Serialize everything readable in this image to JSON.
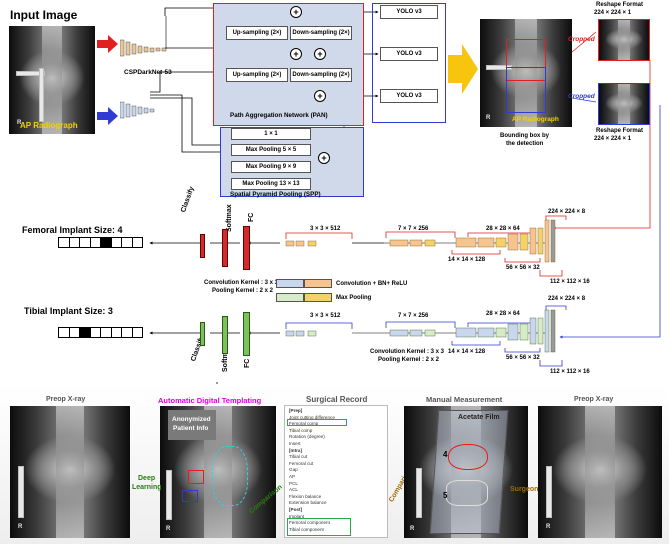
{
  "colors": {
    "red": "#e0201f",
    "blue": "#2f3bd3",
    "green": "#69b644",
    "yellow": "#f7b500",
    "panel_bg": "#cfd9ea",
    "magenta": "#e000e0"
  },
  "top": {
    "input_title": "Input Image",
    "ap_label": "AP Radiograph",
    "backbone_label": "CSPDarkNet-53",
    "up_sampling": "Up-sampling (2×)",
    "down_sampling": "Down-sampling (2×)",
    "pan_label": "Path Aggregation Network (PAN)",
    "spp_label": "Spatial Pyramid Pooling (SPP)",
    "spp_items": [
      "1 × 1",
      "Max Pooling 5 × 5",
      "Max Pooling 9 × 9",
      "Max Pooling 13 × 13"
    ],
    "yolo": [
      "YOLO v3",
      "YOLO v3",
      "YOLO v3"
    ],
    "plus": "+",
    "bbox_caption_1": "Bounding box by",
    "bbox_caption_2": "the detection",
    "reshape_title": "Reshape Format",
    "reshape_dim": "224 × 224 × 1",
    "cropped_1": "Cropped",
    "cropped_2": "Cropped"
  },
  "femoral": {
    "title": "Femoral Implant Size: 4",
    "cells": [
      0,
      0,
      0,
      0,
      1,
      0,
      0,
      0
    ],
    "classify": "Classify",
    "softmax": "Softmax",
    "fc": "FC",
    "conv_kernel": "Convolution Kernel : 3 x 3",
    "pool_kernel": "Pooling Kernel : 2 x 2",
    "dims": {
      "d512": "3 × 3 × 512",
      "d256": "7 × 7 × 256",
      "d128": "14 × 14 × 128",
      "d64": "28 × 28 × 64",
      "d32": "56 × 56 × 32",
      "d16": "112 × 112 × 16",
      "d8": "224 × 224 × 8"
    }
  },
  "legend": {
    "conv": "Convolution + BN+ ReLU",
    "pool": "Max Pooling"
  },
  "tibial": {
    "title": "Tibial Implant Size: 3",
    "cells": [
      0,
      0,
      1,
      0,
      0,
      0,
      0,
      0
    ],
    "classify": "Classify",
    "softmax": "Softmax",
    "fc": "FC",
    "conv_kernel": "Convolution Kernel : 3 x 3",
    "pool_kernel": "Pooling Kernel : 2 x 2",
    "dims": {
      "d512": "3 × 3 × 512",
      "d256": "7 × 7 × 256",
      "d128": "14 × 14 × 128",
      "d64": "28 × 28 × 64",
      "d32": "56 × 56 × 32",
      "d16": "112 × 112 × 16",
      "d8": "224 × 224 × 8"
    }
  },
  "bottom": {
    "preop_left": "Preop X-ray",
    "auto_templating": "Automatic Digital Templating",
    "surgical_record": "Surgical Record",
    "manual_measurement": "Manual Measurement",
    "preop_right": "Preop X-ray",
    "anonymized_1": "Anonymized",
    "anonymized_2": "Patient Info",
    "deep_learning_1": "Deep",
    "deep_learning_2": "Learning",
    "comparison_left": "Comparison",
    "comparison_right": "Comparison",
    "surgeon": "Surgeon",
    "acetate_film": "Acetate Film",
    "size_4": "4",
    "size_5": "5",
    "r_mark": "R",
    "record_lines": [
      "[Prep]",
      "Joint cutting difference",
      "Femoral comp",
      "Tibial comp",
      "Rotation (degree)",
      "Insert",
      "[Intra]",
      "Tibial cut",
      "Femoral cut",
      "Gap",
      "AP",
      "PCL",
      "ACL",
      "Flexion balance",
      "Extension balance",
      "[Post]",
      "Implant",
      "Femoral component",
      "Tibial component"
    ]
  }
}
